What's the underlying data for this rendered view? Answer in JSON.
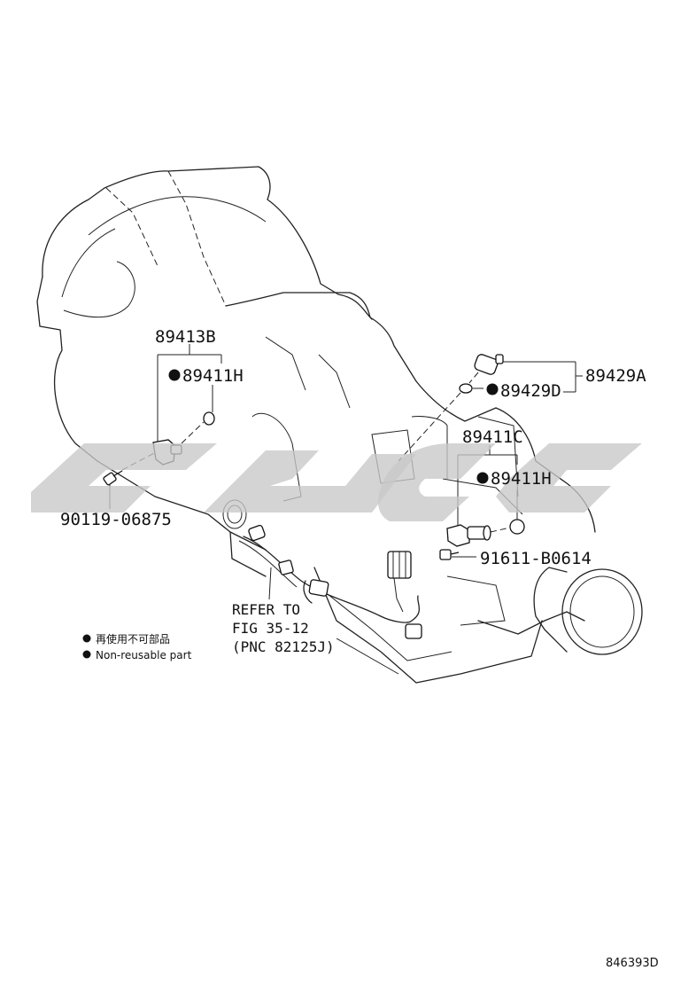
{
  "callouts": {
    "part_89413B": "89413B",
    "part_89411H_left": "89411H",
    "part_90119": "90119-06875",
    "part_89429A": "89429A",
    "part_89429D": "89429D",
    "part_89411C": "89411C",
    "part_89411H_right": "89411H",
    "part_91611": "91611-B0614"
  },
  "reference_note": {
    "line1": "REFER TO",
    "line2": "FIG 35-12",
    "line3": "(PNC 82125J)"
  },
  "legend": {
    "item_jp": "再使用不可部品",
    "item_en": "Non-reusable part"
  },
  "diagram_id": "846393D",
  "colors": {
    "line": "#222222",
    "watermark": "#c8c8c8",
    "background": "#ffffff"
  }
}
